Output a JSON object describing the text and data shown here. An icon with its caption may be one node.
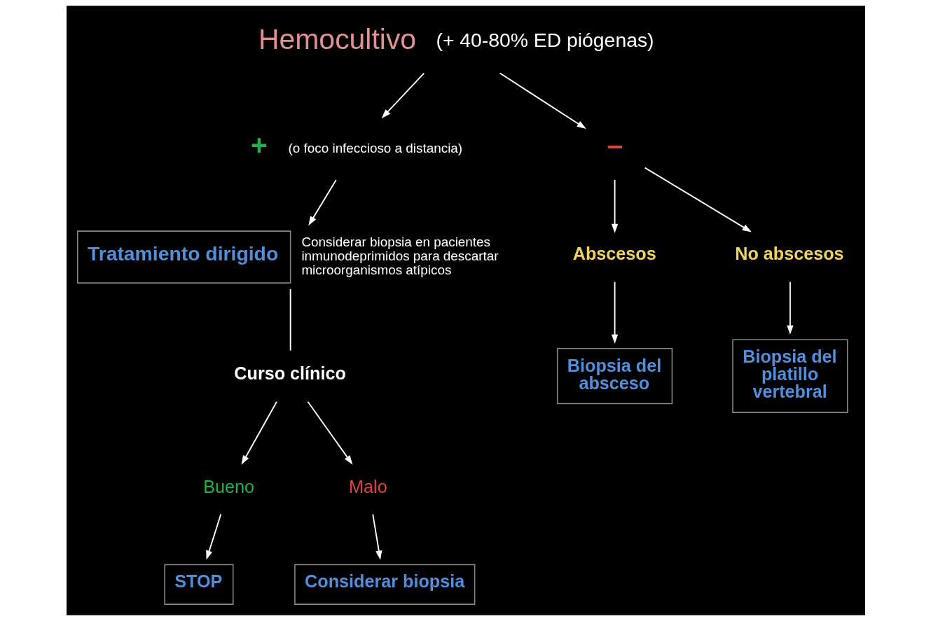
{
  "diagram": {
    "nodes": [
      {
        "text": [
          "Hemocultivo"
        ],
        "beside": [
          "(+ 40-80% ED piógenas)"
        ]
      },
      {
        "text": [
          "+"
        ],
        "beside": [
          "(o foco infeccioso a distancia)"
        ]
      },
      {
        "text": [
          "–"
        ]
      },
      {
        "text": [
          "Tratamiento dirigido"
        ],
        "beside": [
          "Considerar biopsia en pacientes inmunodeprimidos para descartar microorganismos atípicos"
        ]
      },
      {
        "text": [
          "Curso clínico"
        ]
      },
      {
        "text": [
          "Bueno"
        ]
      },
      {
        "text": [
          "Malo"
        ]
      },
      {
        "text": [
          "STOP"
        ]
      },
      {
        "text": [
          "Considerar biopsia"
        ]
      },
      {
        "text": [
          "Abscesos"
        ]
      },
      {
        "text": [
          "No abscesos"
        ]
      },
      {
        "text": [
          "Biopsia del absceso"
        ]
      },
      {
        "text": [
          "Biopsia del platillo vertebral"
        ]
      }
    ],
    "edges": [
      {
        "from": 0,
        "to": 1,
        "arrow": "to"
      },
      {
        "from": 0,
        "to": 2,
        "arrow": "to"
      },
      {
        "from": 1,
        "to": 3,
        "arrow": "to"
      },
      {
        "from": 3,
        "to": 4,
        "arrow": "none"
      },
      {
        "from": 4,
        "to": 5,
        "arrow": "to"
      },
      {
        "from": 4,
        "to": 6,
        "arrow": "to"
      },
      {
        "from": 5,
        "to": 7,
        "arrow": "to"
      },
      {
        "from": 6,
        "to": 8,
        "arrow": "to"
      },
      {
        "from": 2,
        "to": 9,
        "arrow": "to"
      },
      {
        "from": 2,
        "to": 10,
        "arrow": "to"
      },
      {
        "from": 9,
        "to": 11,
        "arrow": "to"
      },
      {
        "from": 10,
        "to": 12,
        "arrow": "to"
      }
    ]
  }
}
